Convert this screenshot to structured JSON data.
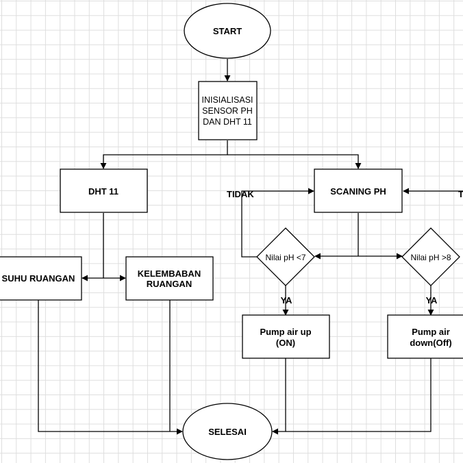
{
  "nodes": {
    "start": "START",
    "init_line1": "INISIALISASI",
    "init_line2": "SENSOR PH",
    "init_line3": "DAN DHT 11",
    "dht": "DHT 11",
    "scan": "SCANING PH",
    "suhu": "SUHU RUANGAN",
    "kelem_line1": "KELEMBABAN",
    "kelem_line2": "RUANGAN",
    "decision_low": "Nilai pH <7",
    "decision_high": "Nilai pH >8",
    "pump_up_line1": "Pump air up",
    "pump_up_line2": "(ON)",
    "pump_down_line1": "Pump air",
    "pump_down_line2": "down(Off)",
    "end": "SELESAI"
  },
  "edge_labels": {
    "tidak_left": "TIDAK",
    "tidak_right": "T",
    "ya_low": "YA",
    "ya_high": "YA"
  }
}
